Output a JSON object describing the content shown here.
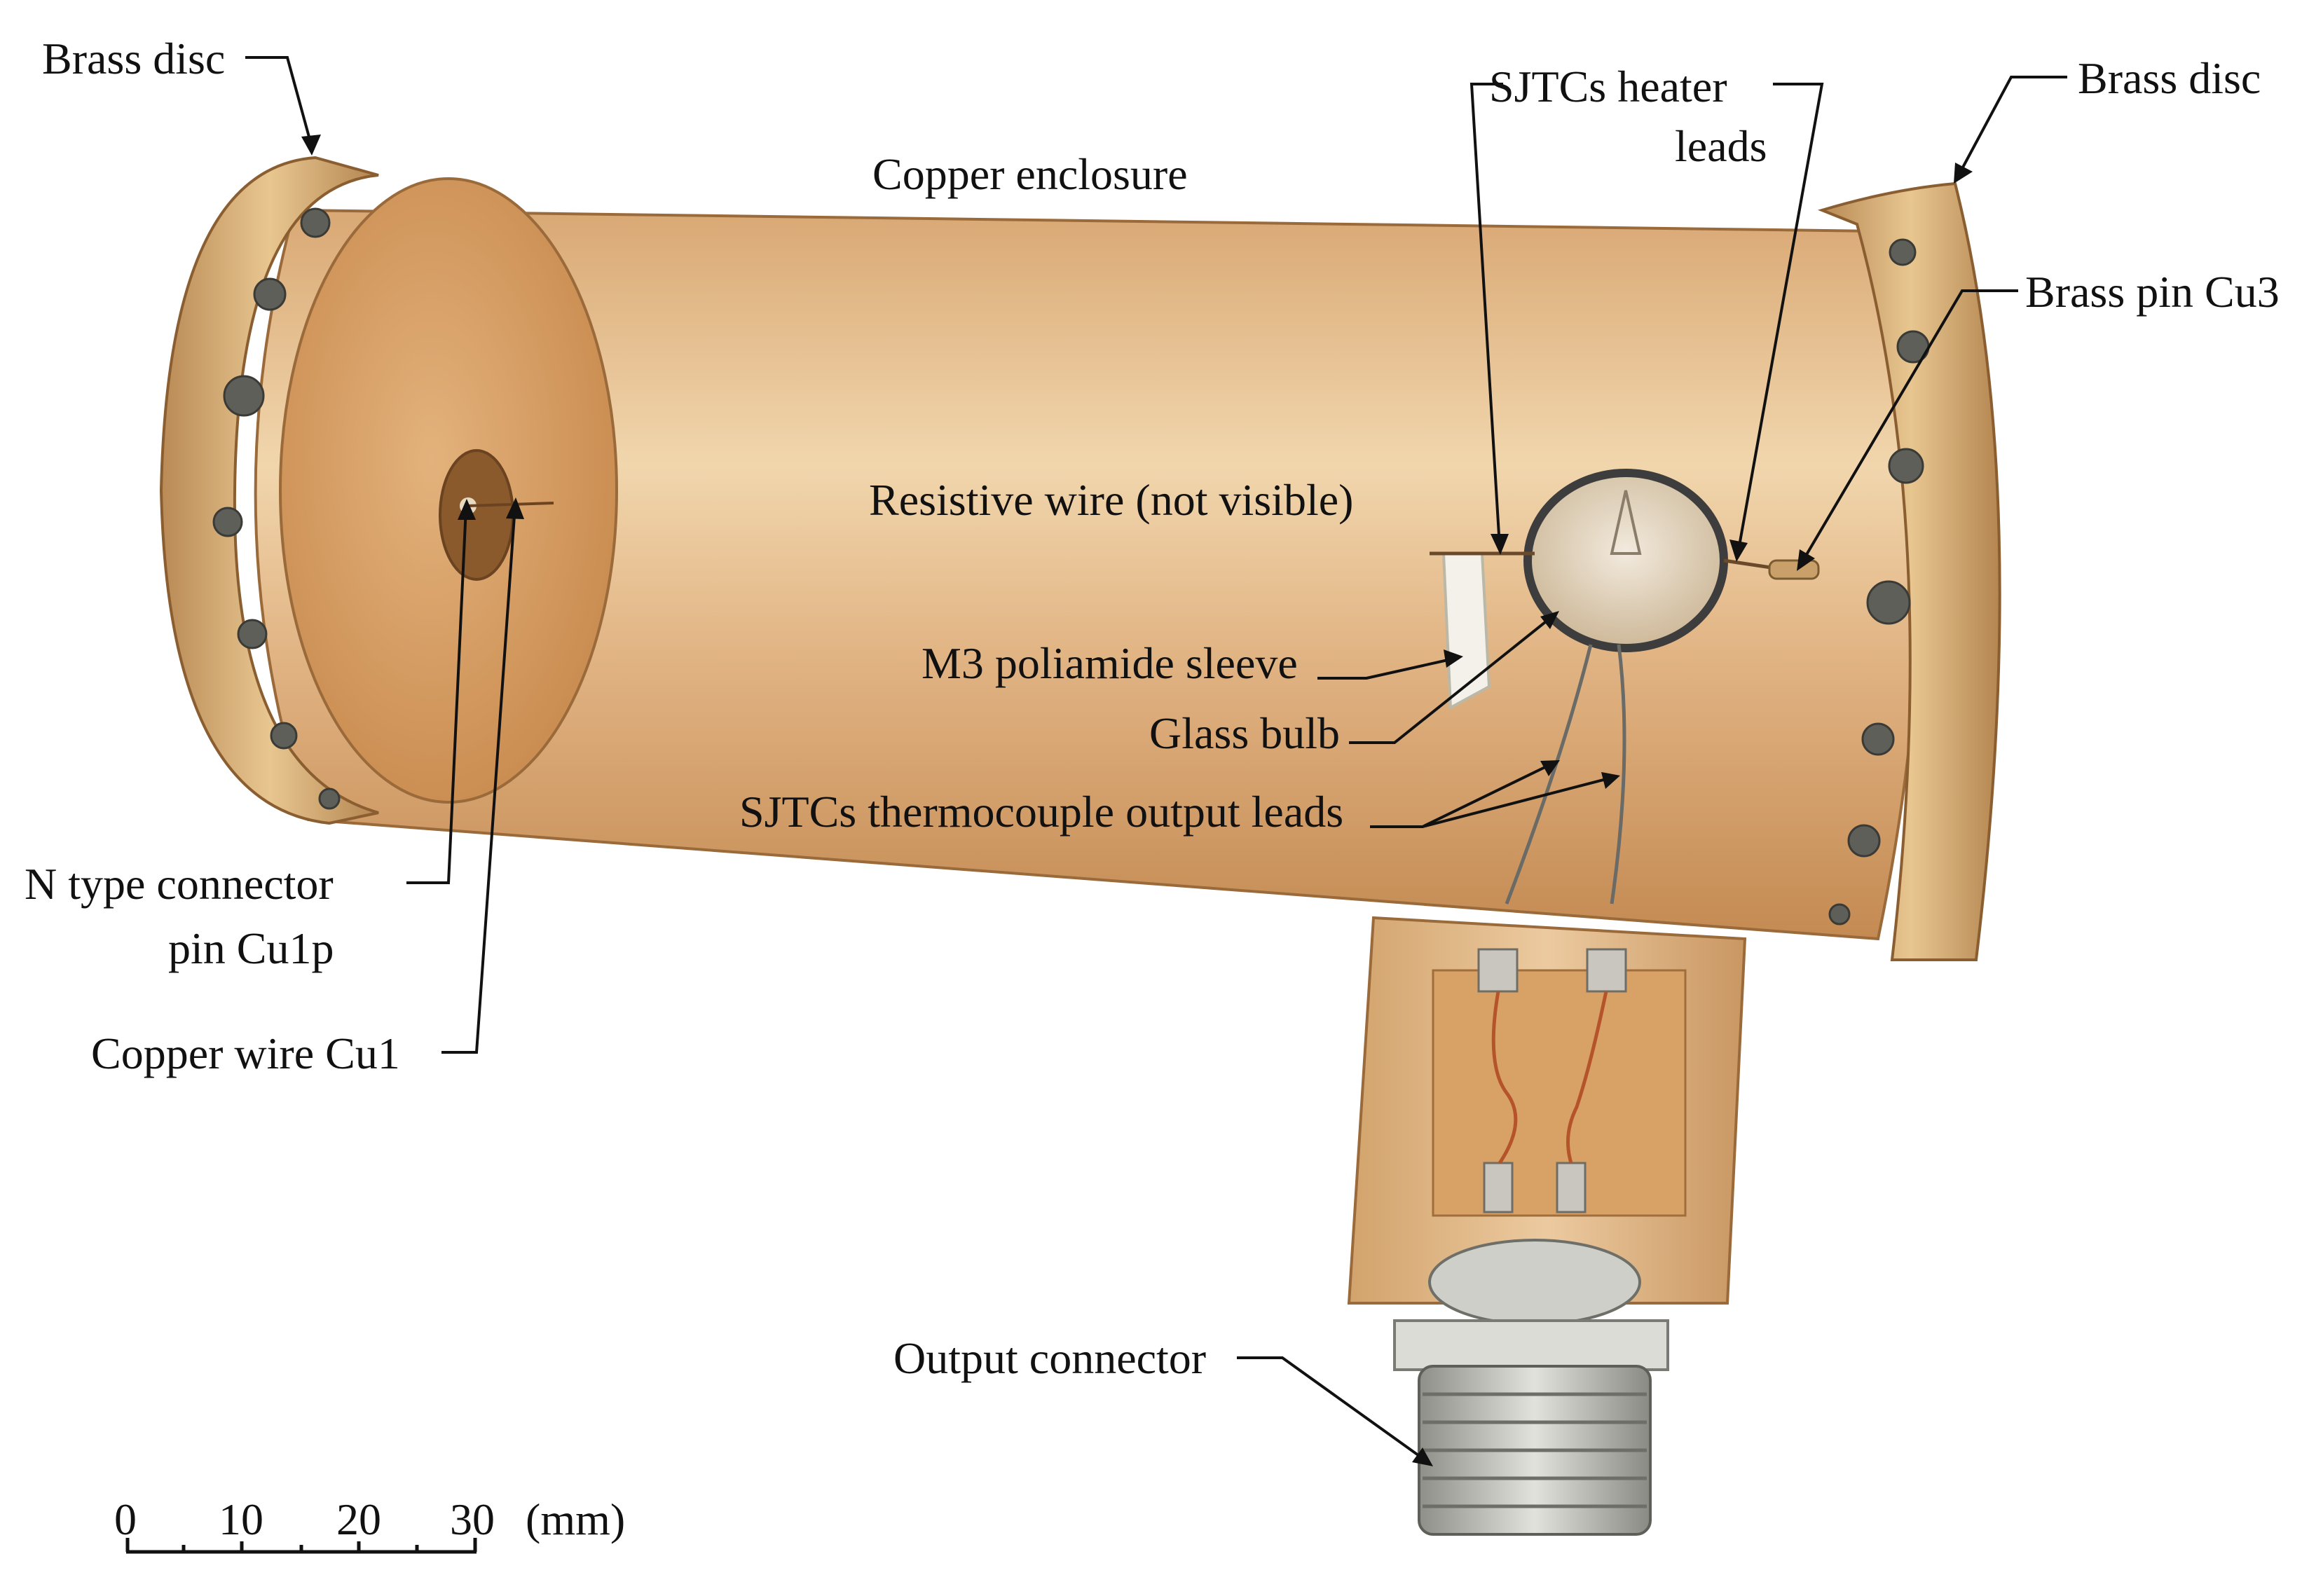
{
  "labels": {
    "brass_disc_left": "Brass disc",
    "brass_disc_right": "Brass disc",
    "sjtc_heater_leads_line1": "SJTCs heater",
    "sjtc_heater_leads_line2": "leads",
    "copper_enclosure": "Copper enclosure",
    "brass_pin_cu3": "Brass pin Cu3",
    "resistive_wire": "Resistive wire (not visible)",
    "m3_sleeve": "M3 poliamide sleeve",
    "glass_bulb": "Glass bulb",
    "thermocouple_leads": "SJTCs thermocouple output leads",
    "n_connector_line1": "N type connector",
    "n_connector_line2": "pin Cu1p",
    "copper_wire": "Copper wire Cu1",
    "output_connector": "Output connector"
  },
  "scale_bar": {
    "ticks": [
      "0",
      "10",
      "20",
      "30"
    ],
    "unit": "(mm)"
  },
  "colors": {
    "copper_light": "#e9c79a",
    "copper_mid": "#cf9a62",
    "copper_dark": "#a86d3a",
    "brass": "#d9b07a",
    "steel": "#b7b7b2",
    "text": "#111111"
  }
}
